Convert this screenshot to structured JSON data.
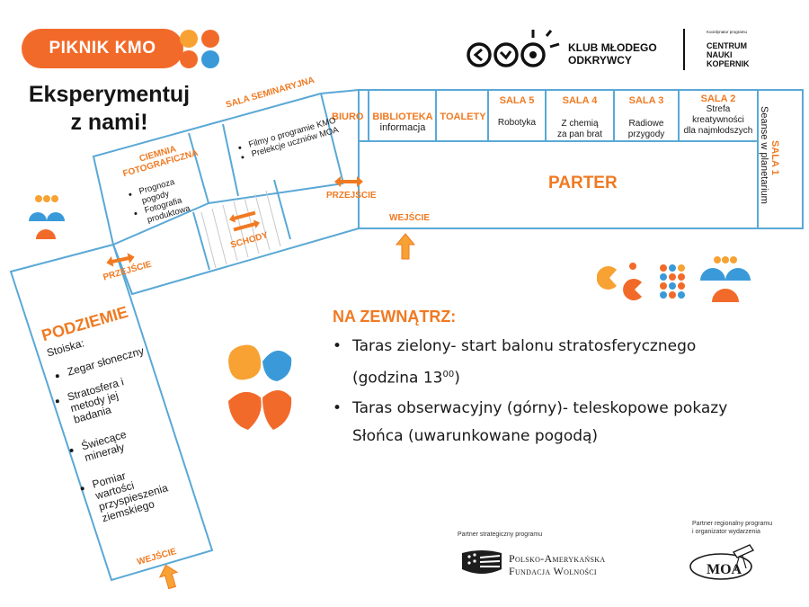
{
  "header": {
    "badge": "PIKNIK KMO",
    "tagline_line1": "Eksperymentuj",
    "tagline_line2": "z nami!",
    "club_line1": "KLUB MŁODEGO",
    "club_line2": "ODKRYWCY",
    "coordinator_label": "Koordynator programu",
    "cnk_line1": "CENTRUM",
    "cnk_line2": "NAUKI",
    "cnk_line3": "KOPERNIK"
  },
  "rooms": {
    "biuro": "BIURO",
    "biblioteka_title": "BIBLIOTEKA",
    "biblioteka_sub": "informacja",
    "toalety": "TOALETY",
    "sala5_title": "SALA 5",
    "sala5_sub": "Robotyka",
    "sala4_title": "SALA 4",
    "sala4_sub1": "Z chemią",
    "sala4_sub2": "za pan brat",
    "sala3_title": "SALA 3",
    "sala3_sub1": "Radiowe",
    "sala3_sub2": "przygody",
    "sala2_title": "SALA 2",
    "sala2_sub1": "Strefa",
    "sala2_sub2": "kreatywności",
    "sala2_sub3": "dla najmłodszych",
    "sala1_title": "SALA 1",
    "sala1_sub": "Seanse w planetarium",
    "parter": "PARTER",
    "wejscie_top": "WEJŚCIE",
    "przejscie_right": "PRZEJŚCIE",
    "seminaryjna_title": "SALA SEMINARYJNA",
    "seminaryjna_items": [
      "Filmy o programie KMO",
      "Prelekcje uczniów MOA"
    ],
    "ciemnia_title1": "CIEMNIA",
    "ciemnia_title2": "FOTOGRAFICZNA",
    "ciemnia_items": [
      "Prognoza pogody",
      "Fotografia produktowa"
    ],
    "schody": "SCHODY",
    "przejscie_left": "PRZEJŚCIE",
    "podziemie_title": "PODZIEMIE",
    "podziemie_label": "Stoiska:",
    "podziemie_items": [
      "Zegar słoneczny",
      "Stratosfera i metody jej badania",
      "Świecące minerały",
      "Pomiar wartości przyspieszenia ziemskiego"
    ],
    "wejscie_bottom": "WEJŚCIE"
  },
  "outside": {
    "heading": "NA ZEWNĄTRZ:",
    "item1_text": "Taras zielony- start balonu stratosferycznego (godzina 13",
    "item1_sup": "00",
    "item1_end": ")",
    "item2_text": "Taras obserwacyjny (górny)- teleskopowe pokazy Słońca (uwarunkowane pogodą)"
  },
  "partners": {
    "strategic_label": "Partner strategiczny programu",
    "pafw_line1": "Polsko-Amerykańska",
    "pafw_line2": "Fundacja Wolności",
    "regional_label1": "Partner regionalny programu",
    "regional_label2": "i organizator wydarzenia",
    "moa_logo_text": "MOA"
  },
  "colors": {
    "orange": "#f07a22",
    "blue": "#3a9ad9",
    "wall": "#5aa8d6"
  }
}
